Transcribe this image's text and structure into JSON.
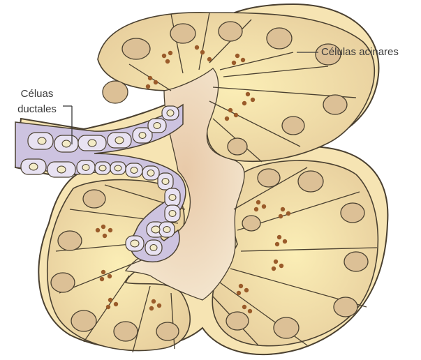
{
  "labels": {
    "acinar_cells": "Células acinares",
    "ductal_cells_line1": "Céluas",
    "ductal_cells_line2": "ductales"
  },
  "colors": {
    "capsule_fill": "#f6e7bf",
    "capsule_stroke": "#4a4030",
    "cell_fill": "#e9d2a3",
    "cell_glow": "#f9ebb0",
    "nucleus_fill": "#d8bd93",
    "granule": "#9a5b2a",
    "lumen": "#f1dcc2",
    "duct_fill": "#cfc6e2",
    "duct_cell": "#e6e0f0",
    "duct_nucleus": "#f3eccc"
  },
  "icons": {
    "granule": "secretory-granule-dot",
    "nucleus": "cell-nucleus-ellipse"
  }
}
